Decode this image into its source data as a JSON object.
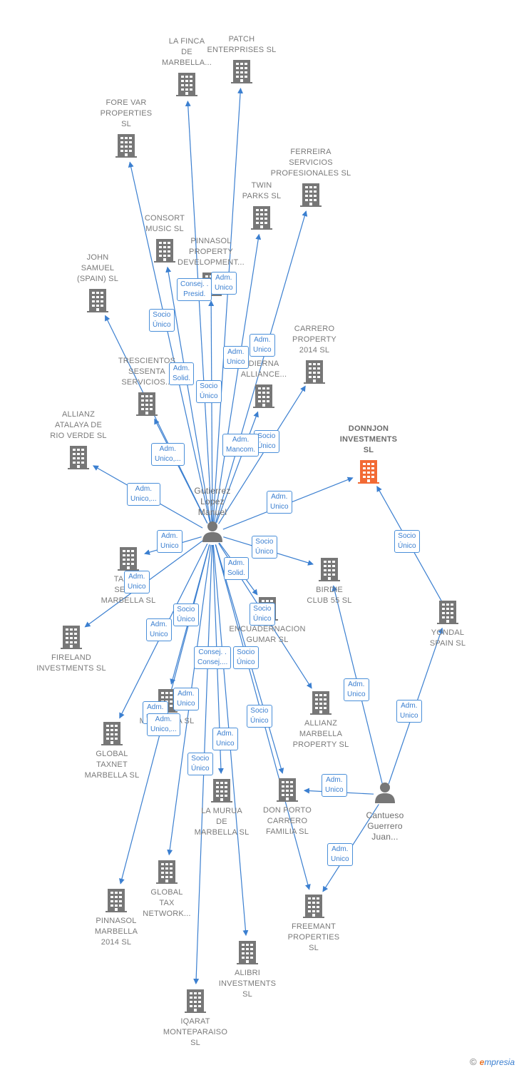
{
  "colors": {
    "edge": "#3b7fd0",
    "node": "#777777",
    "highlight": "#f26a35",
    "label_text": "#3b7fd0"
  },
  "people": [
    {
      "id": "gutierrez",
      "label": "Gutierrez\nLopez\nManuel",
      "icon": "person-icon"
    },
    {
      "id": "cantueso",
      "label": "Cantueso\nGuerrero\nJuan...",
      "icon": "person-icon"
    }
  ],
  "companies": [
    {
      "id": "lafinca",
      "label": "LA FINCA\nDE\nMARBELLA...",
      "icon": "building-icon"
    },
    {
      "id": "patch",
      "label": "PATCH\nENTERPRISES SL",
      "icon": "building-icon"
    },
    {
      "id": "forevar",
      "label": "FORE VAR\nPROPERTIES\nSL",
      "icon": "building-icon"
    },
    {
      "id": "ferreira",
      "label": "FERREIRA\nSERVICIOS\nPROFESIONALES SL",
      "icon": "building-icon"
    },
    {
      "id": "twinparks",
      "label": "TWIN\nPARKS SL",
      "icon": "building-icon"
    },
    {
      "id": "consort",
      "label": "CONSORT\nMUSIC SL",
      "icon": "building-icon"
    },
    {
      "id": "pinnasolprop",
      "label": "PINNASOL\nPROPERTY\nDEVELOPMENT...",
      "icon": "building-icon"
    },
    {
      "id": "johnsamuel",
      "label": "JOHN\nSAMUEL\n(SPAIN) SL",
      "icon": "building-icon"
    },
    {
      "id": "carrero2014",
      "label": "CARRERO\nPROPERTY\n2014 SL",
      "icon": "building-icon"
    },
    {
      "id": "trescientos",
      "label": "TRESCIENTOS\nSESENTA\nSERVICIOS...",
      "icon": "building-icon"
    },
    {
      "id": "dierna",
      "label": "DIERNA\nALLIANCE...",
      "icon": "building-icon"
    },
    {
      "id": "allianzatalaya",
      "label": "ALLIANZ\nATALAYA DE\nRIO VERDE SL",
      "icon": "building-icon"
    },
    {
      "id": "donnjon",
      "label": "DONNJON\nINVESTMENTS\nSL",
      "icon": "building-icon",
      "highlight": true
    },
    {
      "id": "taxlaw",
      "label": "TAX L...\nSERV...\nMARBELLA SL",
      "icon": "building-icon"
    },
    {
      "id": "birdie",
      "label": "BIRDIE\nCLUB 55 SL",
      "icon": "building-icon"
    },
    {
      "id": "yondal",
      "label": "YONDAL\nSPAIN SL",
      "icon": "building-icon"
    },
    {
      "id": "fireland",
      "label": "FIRELAND\nINVESTMENTS SL",
      "icon": "building-icon"
    },
    {
      "id": "encuadernacion",
      "label": "ENCUADERNACION\nGUMAR SL",
      "icon": "building-icon"
    },
    {
      "id": "allianzmarbella",
      "label": "ALLIANZ\nMARBELLA\nPROPERTY SL",
      "icon": "building-icon"
    },
    {
      "id": "marbellasl",
      "label": "MARBELLA SL",
      "icon": "building-icon"
    },
    {
      "id": "globaltaxnet",
      "label": "GLOBAL\nTAXNET\nMARBELLA SL",
      "icon": "building-icon"
    },
    {
      "id": "lamurua",
      "label": "LA MURUA\nDE\nMARBELLA SL",
      "icon": "building-icon"
    },
    {
      "id": "donporto",
      "label": "DON PORTO\nCARRERO\nFAMILIA SL",
      "icon": "building-icon"
    },
    {
      "id": "globaltaxnetwork",
      "label": "GLOBAL\nTAX\nNETWORK...",
      "icon": "building-icon"
    },
    {
      "id": "pinnasol2014",
      "label": "PINNASOL\nMARBELLA\n2014 SL",
      "icon": "building-icon"
    },
    {
      "id": "freemant",
      "label": "FREEMANT\nPROPERTIES\nSL",
      "icon": "building-icon"
    },
    {
      "id": "alibri",
      "label": "ALIBRI\nINVESTMENTS\nSL",
      "icon": "building-icon"
    },
    {
      "id": "iqarat",
      "label": "IQARAT\nMONTEPARAISO\nSL",
      "icon": "building-icon"
    }
  ],
  "edges": [
    {
      "from": "gutierrez",
      "to": "lafinca"
    },
    {
      "from": "gutierrez",
      "to": "patch"
    },
    {
      "from": "gutierrez",
      "to": "forevar"
    },
    {
      "from": "gutierrez",
      "to": "ferreira",
      "label": "Adm.\nUnico"
    },
    {
      "from": "gutierrez",
      "to": "twinparks",
      "label": "Adm.\nUnico"
    },
    {
      "from": "gutierrez",
      "to": "consort",
      "label": "Adm.\nSolid."
    },
    {
      "from": "gutierrez",
      "to": "pinnasolprop",
      "label": "Socio\nÚnico"
    },
    {
      "from": "gutierrez",
      "to": "johnsamuel",
      "label": "Socio\nÚnico"
    },
    {
      "from": "gutierrez",
      "to": "carrero2014",
      "label": "Socio\nÚnico"
    },
    {
      "from": "gutierrez",
      "to": "trescientos",
      "label": "Adm.\nUnico,..."
    },
    {
      "from": "gutierrez",
      "to": "dierna",
      "label": "Adm.\nMancom."
    },
    {
      "from": "gutierrez",
      "to": "allianzatalaya",
      "label": "Adm.\nUnico,..."
    },
    {
      "from": "gutierrez",
      "to": "donnjon",
      "label": "Adm.\nUnico"
    },
    {
      "from": "gutierrez",
      "to": "taxlaw",
      "label": "Adm.\nUnico"
    },
    {
      "from": "gutierrez",
      "to": "birdie",
      "label": "Socio\nÚnico"
    },
    {
      "from": "gutierrez",
      "to": "fireland",
      "label": "Adm.\nUnico"
    },
    {
      "from": "gutierrez",
      "to": "encuadernacion",
      "label": "Adm.\nSolid."
    },
    {
      "from": "gutierrez",
      "to": "allianzmarbella",
      "label": "Socio\nÚnico"
    },
    {
      "from": "gutierrez",
      "to": "marbellasl",
      "label": "Socio\nÚnico"
    },
    {
      "from": "gutierrez",
      "to": "globaltaxnet",
      "label": "Adm.\nUnico"
    },
    {
      "from": "gutierrez",
      "to": "lamurua",
      "label": "Adm.\nUnico"
    },
    {
      "from": "gutierrez",
      "to": "donporto",
      "label": "Socio\nÚnico"
    },
    {
      "from": "gutierrez",
      "to": "globaltaxnetwork",
      "label": "Socio\nÚnico"
    },
    {
      "from": "gutierrez",
      "to": "pinnasol2014",
      "label": "Adm.\nUnico,..."
    },
    {
      "from": "gutierrez",
      "to": "freemant"
    },
    {
      "from": "gutierrez",
      "to": "alibri",
      "label": "Socio\nÚnico"
    },
    {
      "from": "gutierrez",
      "to": "iqarat"
    },
    {
      "from": "cantueso",
      "to": "birdie",
      "label": "Adm.\nUnico"
    },
    {
      "from": "cantueso",
      "to": "yondal",
      "label": "Adm.\nUnico"
    },
    {
      "from": "cantueso",
      "to": "donporto",
      "label": "Adm.\nUnico"
    },
    {
      "from": "cantueso",
      "to": "freemant",
      "label": "Adm.\nUnico"
    },
    {
      "from": "yondal",
      "to": "donnjon",
      "label": "Socio\nÚnico"
    }
  ],
  "extra_labels": [
    {
      "label": "Consej. .\nPresid."
    },
    {
      "label": "Adm.\nUnico"
    },
    {
      "label": "Adm.\nUnico"
    },
    {
      "label": "Adm.\nUnico"
    },
    {
      "label": "Consej. .\nConsej...."
    }
  ],
  "credit": {
    "symbol": "©",
    "brand_first": "e",
    "brand_rest": "mpresia"
  }
}
